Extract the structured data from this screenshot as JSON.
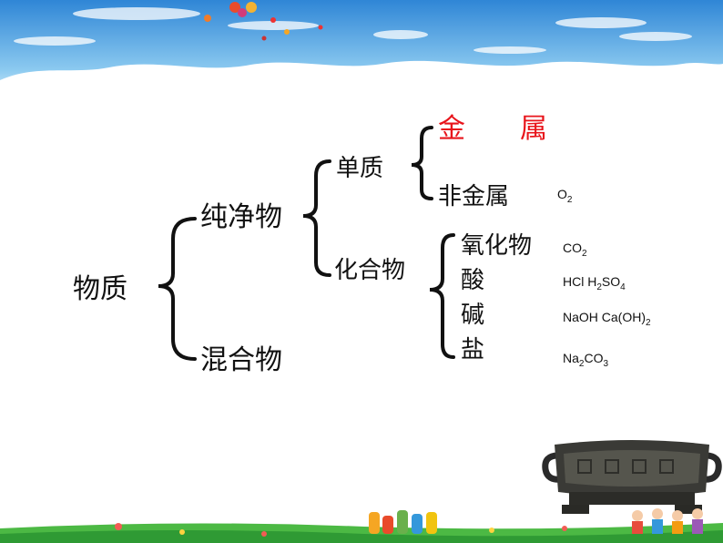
{
  "root": "物质",
  "level1": {
    "pure": "纯净物",
    "mixture": "混合物"
  },
  "level2": {
    "element": "单质",
    "compound": "化合物"
  },
  "elements": {
    "metal": "金　　属",
    "nonmetal": "非金属",
    "nonmetal_example": {
      "main": "O",
      "sub": "2"
    }
  },
  "compounds": [
    {
      "name": "氧化物",
      "example": [
        {
          "t": "CO"
        },
        {
          "s": "2"
        }
      ]
    },
    {
      "name": "酸",
      "example": [
        {
          "t": "HCl  H"
        },
        {
          "s": "2"
        },
        {
          "t": "SO"
        },
        {
          "s": "4"
        }
      ]
    },
    {
      "name": "碱",
      "example": [
        {
          "t": "NaOH  Ca(OH)"
        },
        {
          "s": "2"
        }
      ]
    },
    {
      "name": "盐",
      "example": [
        {
          "t": "Na"
        },
        {
          "s": "2"
        },
        {
          "t": "CO"
        },
        {
          "s": "3"
        }
      ]
    }
  ],
  "colors": {
    "highlight": "#e8141b",
    "sky_top": "#3b8fd9",
    "sky_bottom": "#bfe2f7",
    "grass": "#3fae3a"
  }
}
